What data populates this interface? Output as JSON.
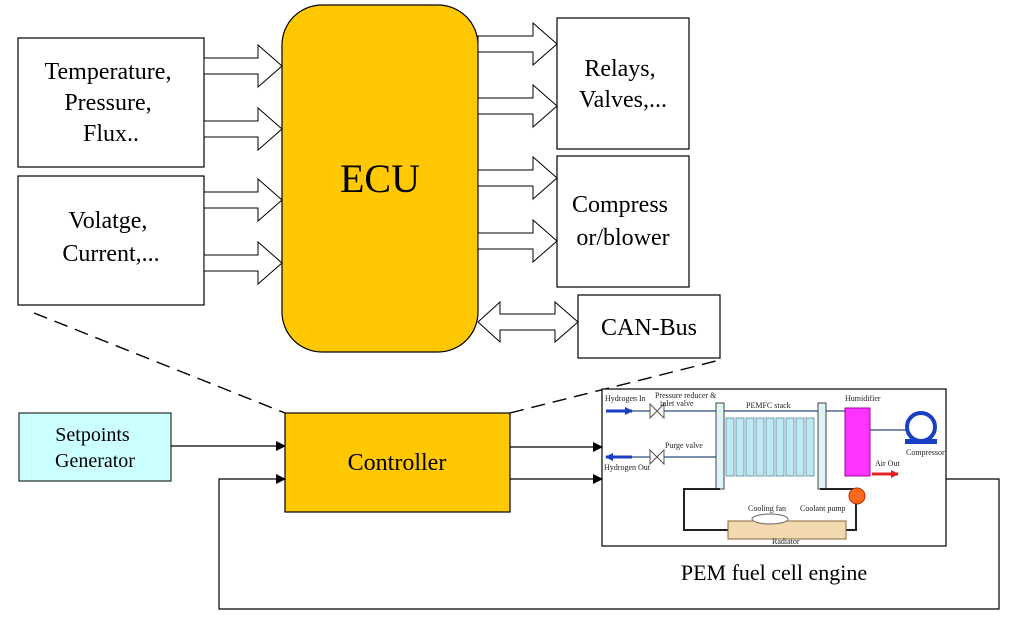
{
  "ecu": {
    "label": "ECU",
    "fill": "#ffc800"
  },
  "inputs": {
    "sensors": [
      "Temperature,",
      "Pressure,",
      "Flux.."
    ],
    "electrical": [
      "Volatge,",
      "Current,..."
    ]
  },
  "outputs": {
    "relays": [
      "Relays,",
      "Valves,..."
    ],
    "compressor": [
      "Compress",
      "or/blower"
    ],
    "canbus": "CAN-Bus"
  },
  "setpoints": {
    "lines": [
      "Setpoints",
      "Generator"
    ],
    "fill": "#ccffff"
  },
  "controller": {
    "label": "Controller",
    "fill": "#ffc800"
  },
  "engine": {
    "caption": "PEM fuel cell engine",
    "labels": {
      "hydrogen_in": "Hydrogen In",
      "pressure_reducer": "Pressure reducer &",
      "inlet_valve": "inlet valve",
      "stack": "PEMFC stack",
      "humidifier": "Humidifier",
      "compressor": "Compressor",
      "purge_valve": "Purge valve",
      "hydrogen_out": "Hydrogen Out",
      "air_out": "Air Out",
      "cooling_fan": "Cooling fan",
      "coolant_pump": "Coolant pump",
      "radiator": "Radiator"
    }
  }
}
